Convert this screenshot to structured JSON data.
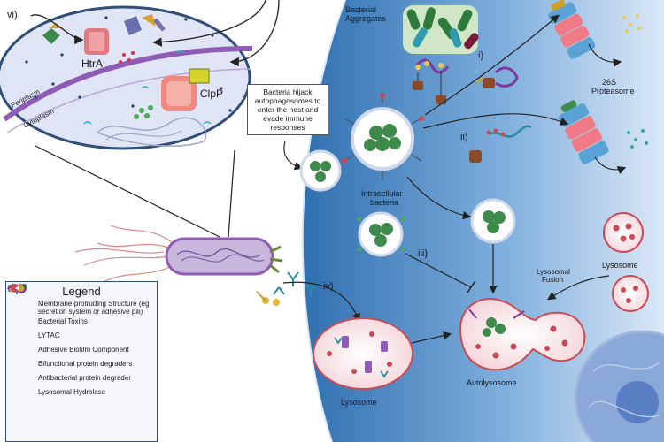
{
  "labels": {
    "vi": "vi)",
    "htra": "HtrA",
    "clpp": "ClpP",
    "periplasm": "Periplasm",
    "cytoplasm": "Cytoplasm",
    "bacterial_aggregates": "Bacterial\nAggregates",
    "step_i": "i)",
    "step_ii": "ii)",
    "step_iii": "iii)",
    "step_iv": "iv)",
    "proteasome": "26S\nProteasome",
    "hijack": "Bacteria hijack autophagosomes to enter the host and evade immune responses",
    "intracellular": "Intracellular\nbacteria",
    "lysosome_right": "Lysosome",
    "lysosomal_fusion": "Lysosomal\nFusion",
    "autolysosome": "Autolysosome",
    "lysosome_bottom": "Lysosome"
  },
  "legend": {
    "title": "Legend",
    "items": [
      {
        "label": "Membrane-protruding Structure (eg secretion system or adhesive pili)",
        "icon": "secretion-system-icon"
      },
      {
        "label": "Bacterial Toxins",
        "icon": "toxin-icon"
      },
      {
        "label": "LYTAC",
        "icon": "lytac-icon"
      },
      {
        "label": "Adhesive Biofilm Component",
        "icon": "biofilm-icon"
      },
      {
        "label": "Bifunctional protein degraders",
        "icon": "degrader-icon"
      },
      {
        "label": "Antibacterial protein degrader",
        "icon": "antibacterial-degrader-icon"
      },
      {
        "label": "Lysosomal Hydrolase",
        "icon": "hydrolase-icon"
      }
    ]
  },
  "colors": {
    "host_blue_dark": "#2f6fb0",
    "host_blue_light": "#dbe8f6",
    "membrane_purple": "#8e5bb5",
    "zoom_fill": "#dfe5f5",
    "bacteria_green": "#3e8a4a",
    "lysosome_red": "#c94a55"
  }
}
